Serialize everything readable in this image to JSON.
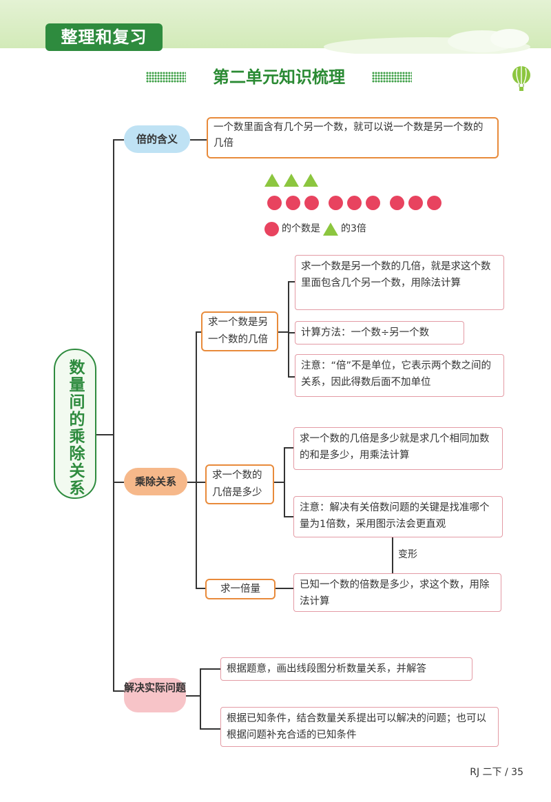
{
  "header": {
    "section_tag": "整理和复习",
    "unit_title": "第二单元知识梳理"
  },
  "root": {
    "label": "数量间的乘除关系"
  },
  "meaning": {
    "label": "倍的含义",
    "definition": "一个数里面含有几个另一个数，就可以说一个数是另一个数的几倍",
    "triangle_count": 3,
    "circle_groups": 3,
    "circles_per_group": 3,
    "caption_prefix": "的个数是",
    "caption_suffix": "的3倍"
  },
  "relation": {
    "label": "乘除关系",
    "branch1": {
      "label": "求一个数是另一个数的几倍",
      "notes": [
        "求一个数是另一个数的几倍，就是求这个数里面包含几个另一个数，用除法计算",
        "计算方法：一个数÷另一个数",
        "注意：“倍”不是单位，它表示两个数之间的关系，因此得数后面不加单位"
      ]
    },
    "branch2": {
      "label": "求一个数的几倍是多少",
      "notes": [
        "求一个数的几倍是多少就是求几个相同加数的和是多少，用乘法计算",
        "注意：解决有关倍数问题的关键是找准哪个量为1倍数，采用图示法会更直观"
      ]
    },
    "transform_label": "变形",
    "branch3": {
      "label": "求一倍量",
      "note": "已知一个数的倍数是多少，求这个数，用除法计算"
    }
  },
  "problems": {
    "label": "解决实际问题",
    "notes": [
      "根据题意，画出线段图分析数量关系，并解答",
      "根据已知条件，结合数量关系提出可以解决的问题；也可以根据问题补充合适的已知条件"
    ]
  },
  "footer": {
    "page": "RJ 二下 / 35"
  },
  "colors": {
    "green": "#2e8b3e",
    "orange": "#e88a3a",
    "pink": "#e39aa4",
    "triangle": "#8cc63f",
    "circle": "#e8435f"
  }
}
